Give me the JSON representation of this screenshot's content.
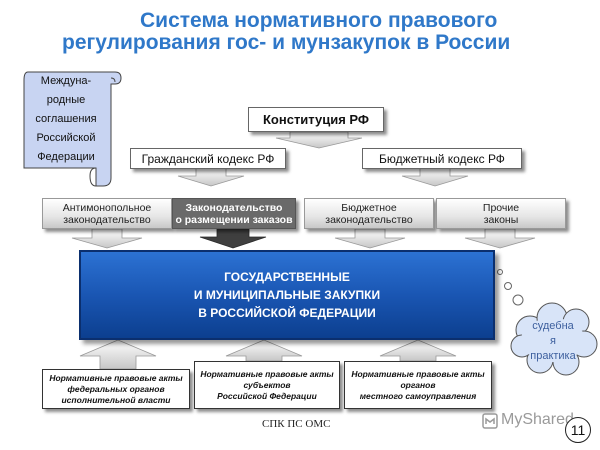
{
  "title": {
    "line1": "Система нормативного правового",
    "line2": "регулирования гос- и мунзакупок в России"
  },
  "scroll": {
    "text": "Междуна-\nродные\nсоглашения\nРоссийской\nФедерации"
  },
  "constitution": "Конституция РФ",
  "codes": {
    "civil": "Гражданский кодекс РФ",
    "budget": "Бюджетный кодекс РФ"
  },
  "laws": {
    "antimonopoly": "Антимонопольное\nзаконодательство",
    "procurement": "Законодательство\nо размещении заказов",
    "budget": "Бюджетное\nзаконодательство",
    "other": "Прочие\nзаконы"
  },
  "central": "ГОСУДАРСТВЕННЫЕ\nИ МУНИЦИПАЛЬНЫЕ ЗАКУПКИ\nВ РОССИЙСКОЙ ФЕДЕРАЦИИ",
  "cloud": "судебна\nя\nпрактика",
  "bottom": {
    "federal": "Нормативные правовые акты\nфедеральных органов\nисполнительной власти",
    "regional": "Нормативные правовые акты\nсубъектов\nРоссийской Федерации",
    "municipal": "Нормативные правовые акты\nорганов\nместного самоуправления"
  },
  "footer": "СПК ПС ОМС",
  "watermark": "MyShared",
  "page_number": "11"
}
